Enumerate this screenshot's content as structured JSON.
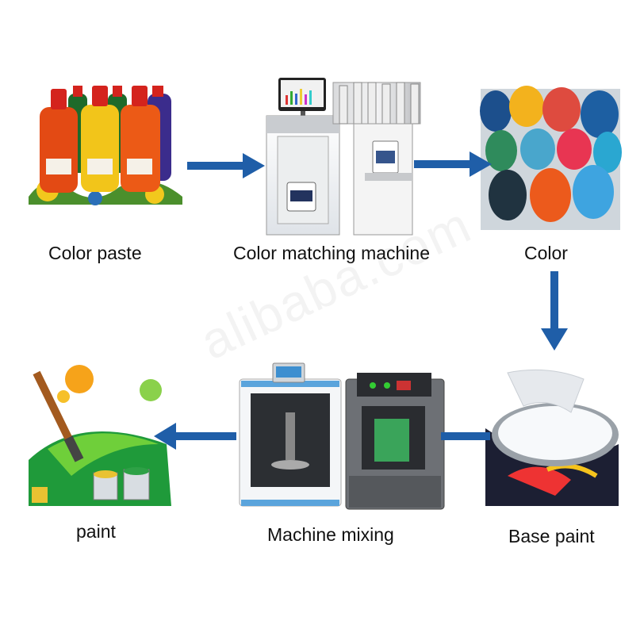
{
  "steps": [
    {
      "label": "Color paste"
    },
    {
      "label": "Color matching machine"
    },
    {
      "label": "Color"
    },
    {
      "label": "Base paint"
    },
    {
      "label": "Machine mixing"
    },
    {
      "label": "paint"
    }
  ],
  "watermark": "alibaba.com",
  "colors": {
    "arrow": "#1f5ea8"
  },
  "icons": [
    "paint-bottles-image",
    "tinting-machine-image",
    "color-cups-image",
    "base-paint-can-image",
    "mixing-machines-image",
    "paint-splash-image"
  ]
}
